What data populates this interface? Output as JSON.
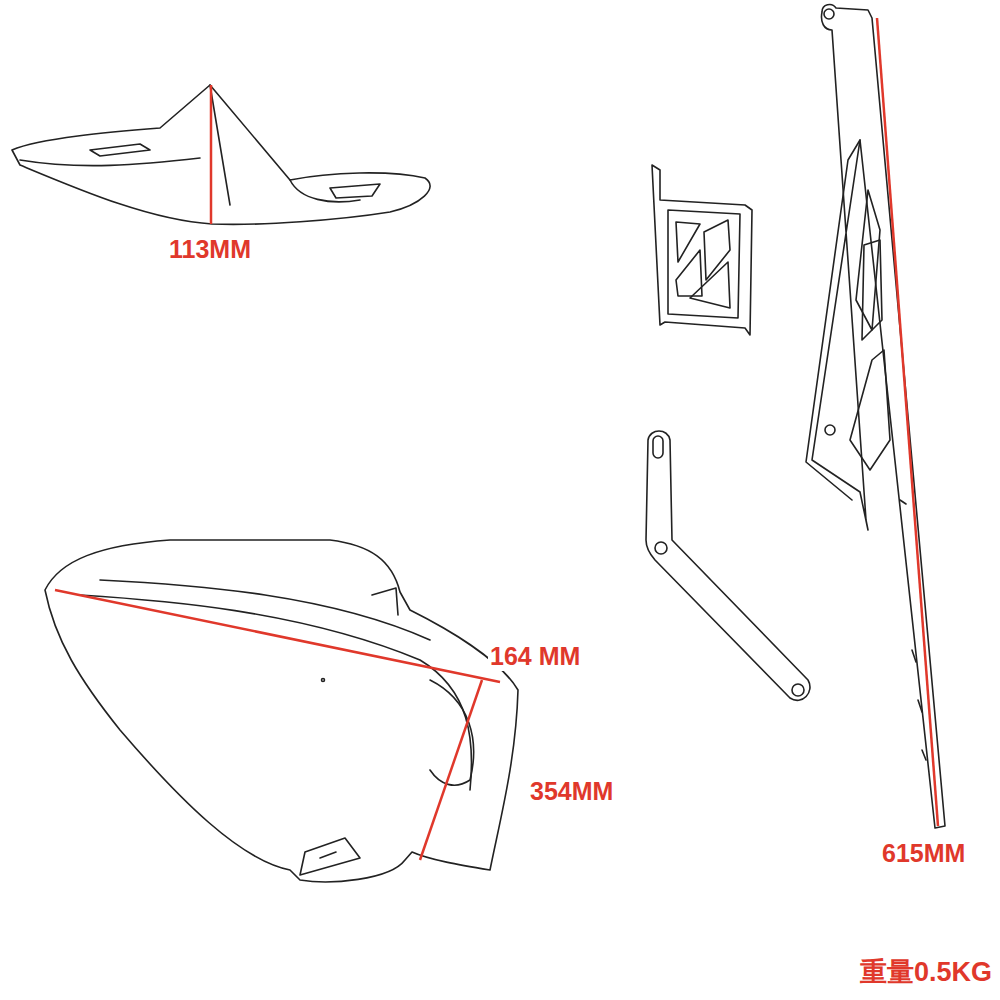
{
  "diagram": {
    "labels": [
      "113MM",
      "164 MM",
      "354MM",
      "615MM",
      "重量0.5KG"
    ]
  }
}
